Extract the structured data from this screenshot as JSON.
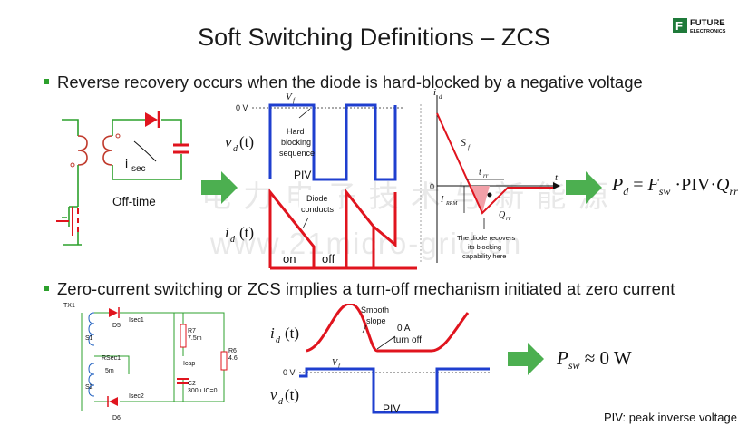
{
  "title": "Soft Switching Definitions – ZCS",
  "logo": {
    "line1": "FUTURE",
    "line2": "ELECTRONICS"
  },
  "bullet1": "Reverse recovery occurs when the diode is hard-blocked by a negative voltage",
  "bullet2": "Zero-current switching or ZCS implies a turn-off mechanism initiated at zero current",
  "top_circuit": {
    "isec": "i",
    "isec_sub": "sec",
    "off_time": "Off-time"
  },
  "top_waveform": {
    "zero_v": "0 V",
    "vf": "V",
    "vf_sub": "f",
    "vd_label": "v",
    "vd_sub": "d",
    "vd_arg": "(t)",
    "hard_blocking": [
      "Hard",
      "blocking",
      "sequence"
    ],
    "piv": "PIV",
    "diode_conducts": [
      "Diode",
      "conducts"
    ],
    "id_label": "i",
    "id_sub": "d",
    "id_arg": "(t)",
    "on": "on",
    "off": "off"
  },
  "recovery_plot": {
    "id_axis": "i",
    "id_sub": "d",
    "t_axis": "t",
    "zero": "0",
    "sf": "S",
    "sf_sub": "f",
    "trr": "t",
    "trr_sub": "rr",
    "irrm": "I",
    "irrm_sub": "RRM",
    "qrr": "Q",
    "qrr_sub": "rr",
    "note": [
      "The diode recovers",
      "its blocking",
      "capability here"
    ]
  },
  "formula1": {
    "lhs": "P",
    "lhs_sub": "d",
    "eq": "=",
    "f": "F",
    "f_sub": "sw",
    "dot": "·",
    "piv": "PIV",
    "q": "Q",
    "q_sub": "rr"
  },
  "watermark": {
    "line1": "电 力 电 子 技 术 与 新 能 源",
    "line2": "www.21micro-grid.cn"
  },
  "bottom_circuit": {
    "tx": "TX1",
    "s1": "S1",
    "s2": "S2",
    "d5": "D5",
    "d6": "D6",
    "isec1": "Isec1",
    "isec2": "Isec2",
    "rsec_name": "RSec1",
    "rsec_val": "5m",
    "r7": "R7",
    "r7_val": "7.5m",
    "icap": "Icap",
    "c2": "C2",
    "c2_val": "300u IC=0",
    "r6": "R6",
    "r6_val": "4.6"
  },
  "bottom_waveform": {
    "smooth": [
      "Smooth",
      "slope"
    ],
    "zero_a": [
      "0 A",
      "turn off"
    ],
    "id_label": "i",
    "id_sub": "d",
    "id_arg": "(t)",
    "zero_v": "0 V",
    "vf": "V",
    "vf_sub": "f",
    "vd_label": "v",
    "vd_sub": "d",
    "vd_arg": "(t)",
    "piv": "PIV"
  },
  "formula2": {
    "lhs": "P",
    "lhs_sub": "sw",
    "rhs": "≈ 0 W"
  },
  "footnote": "PIV: peak inverse voltage",
  "colors": {
    "accent_green": "#2ca02c",
    "arrow_green": "#4caf50",
    "wave_blue": "#1f3fcf",
    "wave_red": "#e0141e",
    "pink_fill": "#f2a0a8"
  }
}
